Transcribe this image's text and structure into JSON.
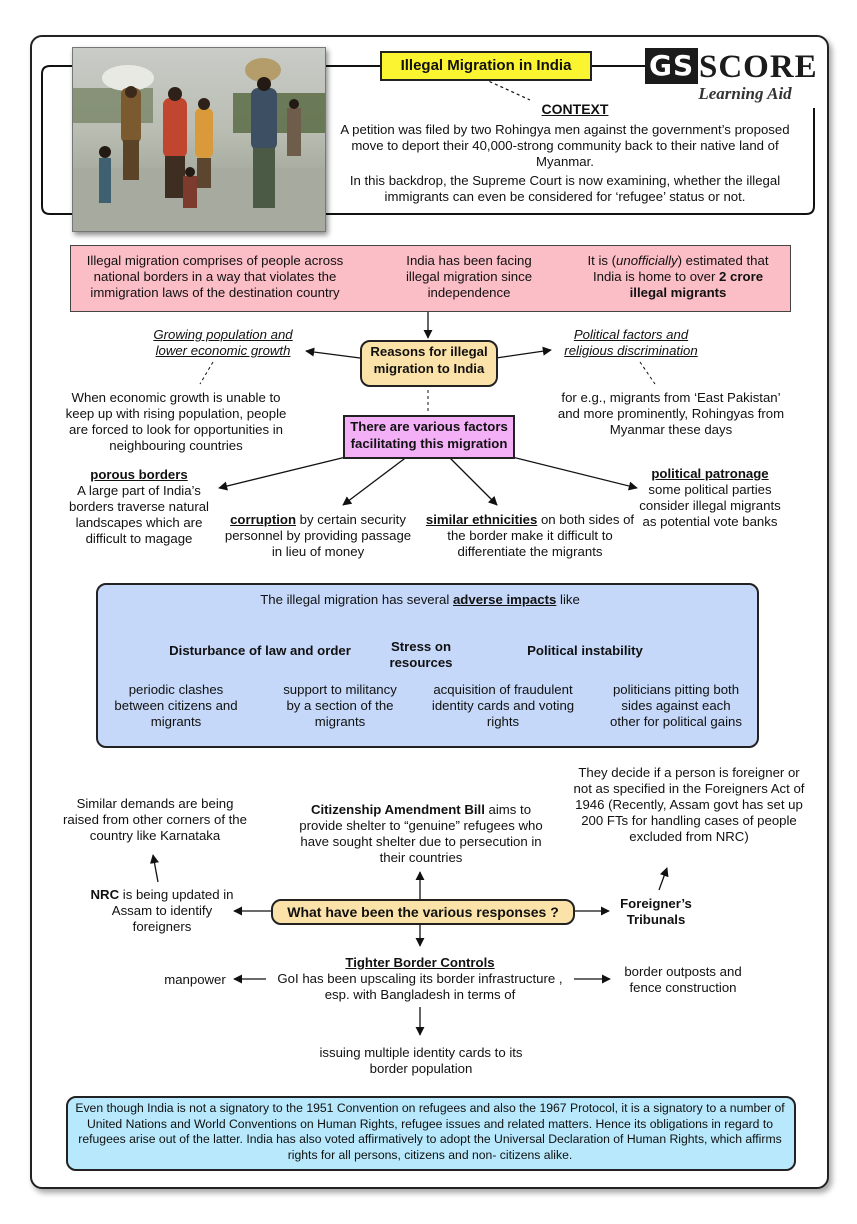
{
  "header": {
    "title": "Illegal Migration in India",
    "logo_gs": "GS",
    "logo_score": "SCORE",
    "logo_tagline": "Learning Aid",
    "context_label": "CONTEXT",
    "context_text_1": "A petition was filed by two Rohingya men against the government’s proposed move to deport their 40,000-strong community back to their native land of Myanmar.",
    "context_text_2": "In this backdrop, the Supreme Court is now examining, whether the illegal immigrants can even be considered for ‘refugee’ status or not."
  },
  "definition_row": {
    "definition": "Illegal migration comprises of people across national borders in a way that violates the immigration laws of the destination country",
    "history": "India has been facing illegal migration since independence",
    "estimate_prefix": "It is (",
    "estimate_italic": "unofficially",
    "estimate_mid": ") estimated that India is home to over ",
    "estimate_bold": "2 crore illegal migrants"
  },
  "reasons": {
    "node": "Reasons for illegal migration to India",
    "left_title": "Growing population and lower economic growth",
    "left_text": "When economic growth is unable to keep up with rising population, people are forced to look for opportunities in neighbouring countries",
    "right_title": "Political factors and religious discrimination",
    "right_text": "for e.g., migrants from ‘East Pakistan’ and more prominently, Rohingyas from Myanmar these days"
  },
  "factors": {
    "node": "There are various factors facilitating this migration",
    "porous_title": "porous borders",
    "porous_text": "A large part of India’s borders traverse natural landscapes which are difficult to magage",
    "corruption_title": "corruption",
    "corruption_text": " by certain security personnel by providing passage in lieu of money",
    "ethnic_title": "similar ethnicities",
    "ethnic_text": " on both sides of the border make it difficult to differentiate the migrants",
    "patronage_title": "political patronage",
    "patronage_text": "some political parties consider illegal migrants as potential vote banks"
  },
  "impacts": {
    "intro_prefix": "The illegal migration has several ",
    "intro_bold": "adverse impacts",
    "intro_suffix": " like",
    "law_order": "Disturbance of law and order",
    "resources": "Stress on resources",
    "political": "Political instability",
    "clashes": "periodic clashes between citizens and migrants",
    "militancy": "support to militancy by a section of the migrants",
    "fraud": "acquisition of fraudulent identity cards and voting rights",
    "politicians": "politicians pitting both sides against each other for political gains"
  },
  "responses": {
    "node": "What have been the various responses ?",
    "cab_bold": "Citizenship Amendment Bill",
    "cab_text": " aims to provide shelter to “genuine” refugees who have sought shelter due to persecution in their countries",
    "nrc_bold": "NRC",
    "nrc_text": " is being updated in Assam to identify foreigners",
    "similar_demands": "Similar demands are being raised from other corners of the country like Karnataka",
    "tribunals": "Foreigner’s Tribunals",
    "tribunals_text": "They decide if a person is foreigner or not as specified in the Foreigners Act of 1946 (Recently, Assam govt has set up 200 FTs for handling cases of people excluded from NRC)",
    "border_title": "Tighter Border Controls",
    "border_text": "GoI has been upscaling its border infrastructure , esp. with Bangladesh in terms of",
    "manpower": "manpower",
    "outposts": "border outposts and fence construction",
    "id_cards": "issuing multiple identity cards to its border population"
  },
  "footer": {
    "text": "Even though India is not a signatory to the 1951 Convention on refugees and also the 1967 Protocol, it is a signatory to a number of United Nations and World Conventions on Human Rights, refugee issues and related matters. Hence its obligations in regard to refugees arise out of the latter. India has also voted affirmatively to adopt the Universal Declaration of Human Rights, which affirms rights for all persons, citizens and non- citizens alike."
  },
  "colors": {
    "title_bg": "#fbf531",
    "pink": "#fbbdc6",
    "tan": "#fbe2a8",
    "magenta": "#f4b0f6",
    "blue": "#c5d8f9",
    "cyan": "#b7e8fb"
  },
  "icons": {
    "photo": "migrants-walking-photo"
  }
}
